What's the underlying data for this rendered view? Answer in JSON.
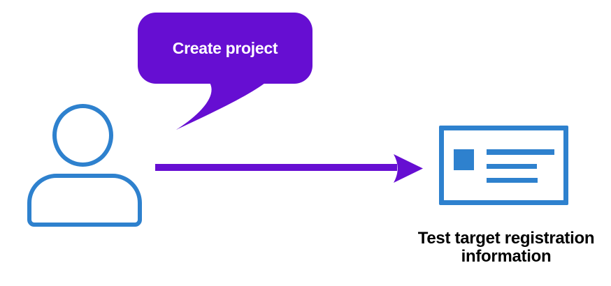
{
  "diagram": {
    "speech_bubble": {
      "label": "Create project",
      "text_color": "#FFFFFF"
    },
    "actor": {
      "icon": "user-icon"
    },
    "arrow": {
      "icon": "arrow-right-icon",
      "direction": "right"
    },
    "target": {
      "icon": "registration-card-icon",
      "caption": "Test target registration information"
    }
  },
  "colors": {
    "purple": "#660ED2",
    "blue": "#2E81CE",
    "background": "#FFFFFF",
    "text": "#000000"
  }
}
